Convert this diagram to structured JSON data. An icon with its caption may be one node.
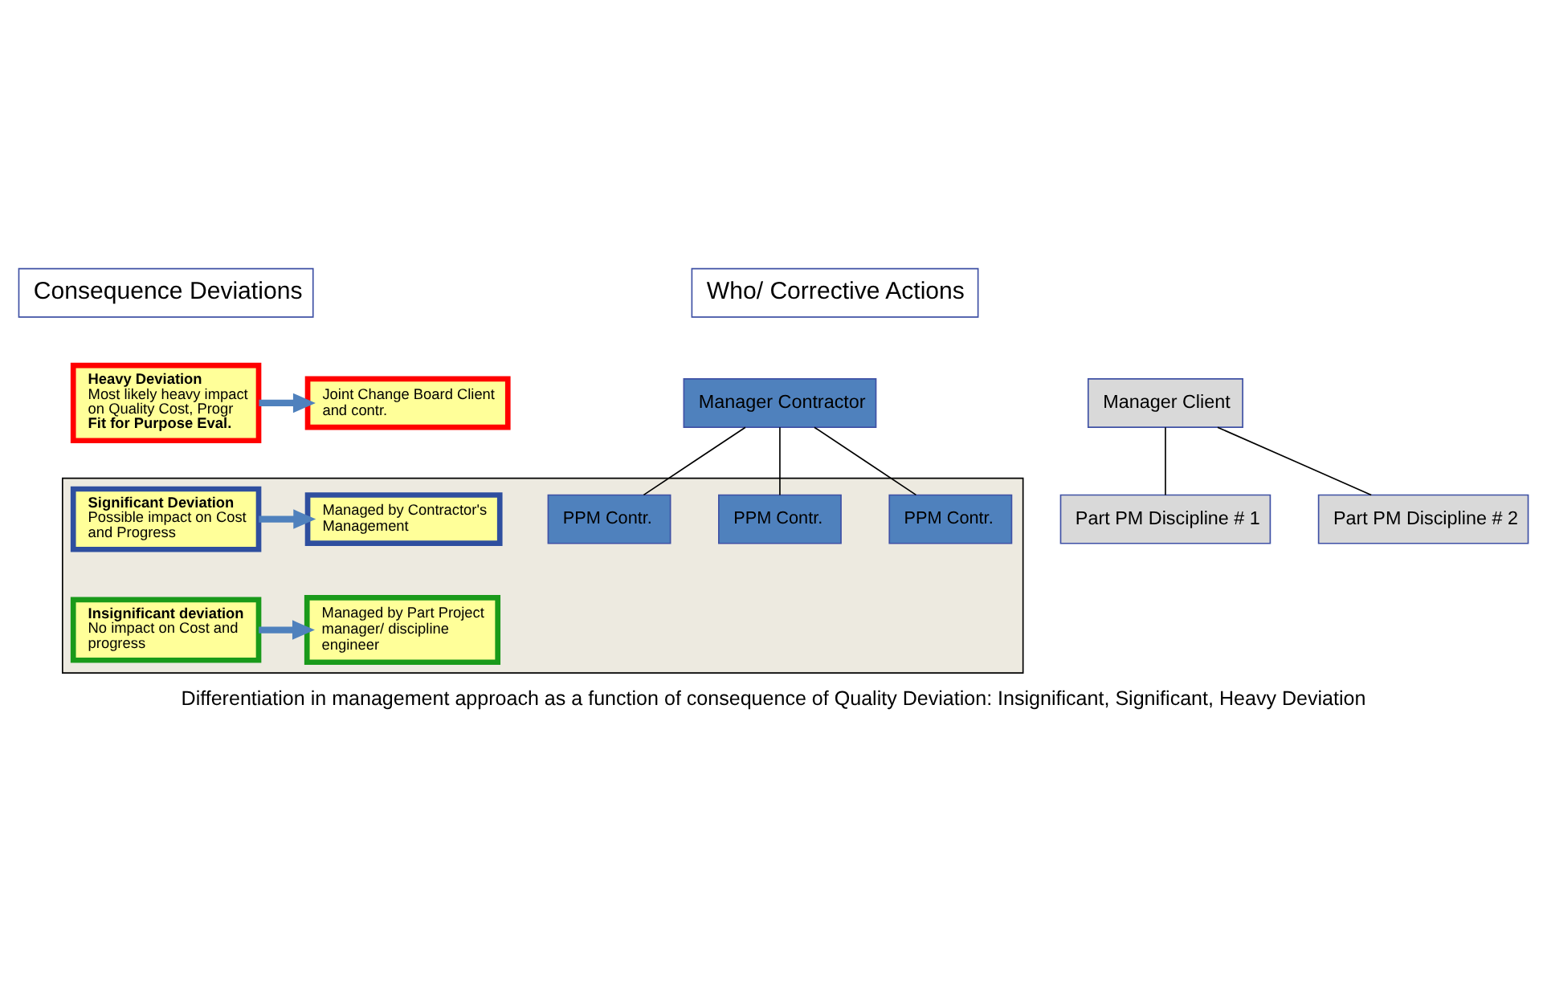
{
  "diagram": {
    "caption": "Differentiation in management approach as a function of consequence of Quality Deviation: Insignificant, Significant, Heavy Deviation",
    "nodes": [
      {
        "text": [
          "Consequence Deviations"
        ]
      },
      {
        "text": [
          "Who/ Corrective Actions"
        ]
      },
      {
        "text": [
          "Manager Client"
        ]
      },
      {
        "text": [
          "Part PM Discipline # 1"
        ]
      },
      {
        "text": [
          "Part PM Discipline # 2"
        ]
      },
      {
        "text": [
          "Heavy Deviation",
          "Most likely heavy impact on Quality Cost, Progr",
          "Fit for Purpose Eval."
        ]
      },
      {
        "text": [
          "Joint Change Board Client and contr."
        ]
      },
      {
        "text": [],
        "shape": "band"
      },
      {
        "text": [
          "Manager Contractor"
        ]
      },
      {
        "text": [
          "Significant Deviation",
          "Possible impact on Cost and Progress"
        ],
        "in": 7
      },
      {
        "text": [
          "Managed by Contractor's Management"
        ],
        "in": 7
      },
      {
        "text": [
          "PPM Contr."
        ],
        "in": 7
      },
      {
        "text": [
          "PPM Contr."
        ],
        "in": 7
      },
      {
        "text": [
          "PPM Contr."
        ],
        "in": 7
      },
      {
        "text": [
          "Insignificant deviation",
          "No impact on Cost and progress"
        ],
        "in": 7
      },
      {
        "text": [
          "Managed by Part Project manager/ discipline engineer"
        ],
        "in": 7
      }
    ],
    "edges": [
      {
        "from": 2,
        "to": 3,
        "arrow": "none"
      },
      {
        "from": 2,
        "to": 4,
        "arrow": "none"
      },
      {
        "from": 5,
        "to": 6,
        "arrow": "to",
        "style": "thick",
        "color": "#4f81bd"
      },
      {
        "from": 8,
        "to": 11,
        "arrow": "none"
      },
      {
        "from": 8,
        "to": 12,
        "arrow": "none"
      },
      {
        "from": 8,
        "to": 13,
        "arrow": "none"
      },
      {
        "from": 9,
        "to": 10,
        "arrow": "to",
        "style": "thick",
        "color": "#4f81bd"
      },
      {
        "from": 14,
        "to": 15,
        "arrow": "to",
        "style": "thick",
        "color": "#4f81bd"
      }
    ]
  }
}
